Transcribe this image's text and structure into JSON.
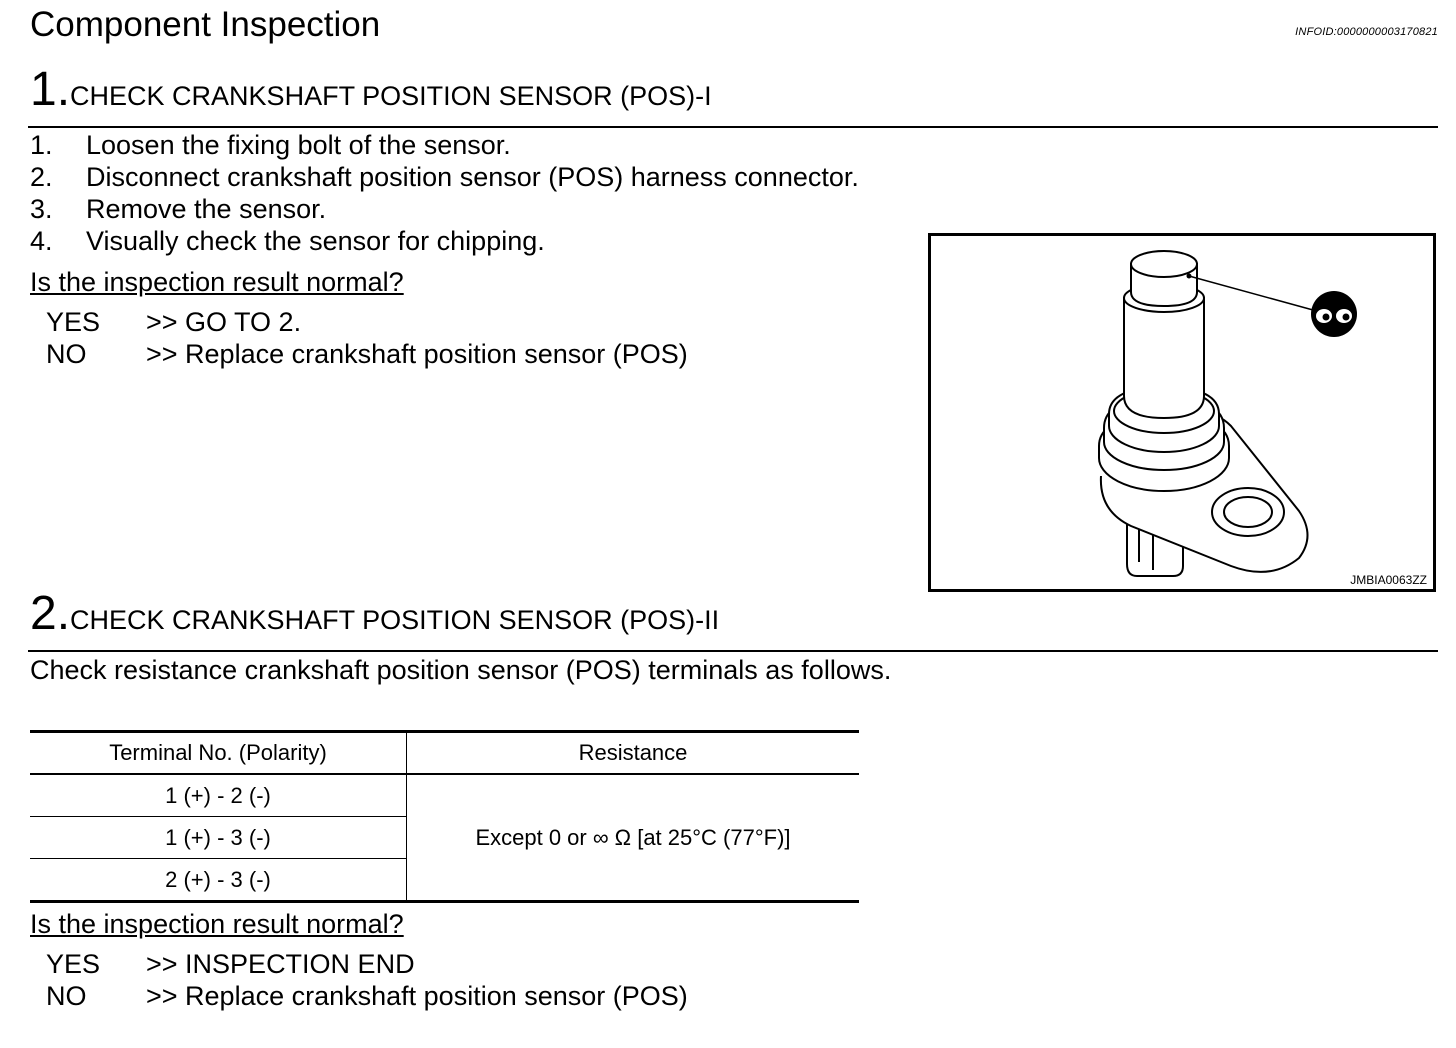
{
  "page": {
    "title": "Component Inspection",
    "info_id": "INFOID:0000000003170821"
  },
  "step1": {
    "number": "1.",
    "title": "CHECK CRANKSHAFT POSITION SENSOR (POS)-I",
    "items": [
      {
        "num": "1.",
        "text": "Loosen the fixing bolt of the sensor."
      },
      {
        "num": "2.",
        "text": "Disconnect crankshaft position sensor (POS) harness connector."
      },
      {
        "num": "3.",
        "text": "Remove the sensor."
      },
      {
        "num": "4.",
        "text": "Visually check the sensor for chipping."
      }
    ],
    "question": "Is the inspection result normal?",
    "answers": [
      {
        "key": "YES",
        "text": ">> GO TO 2."
      },
      {
        "key": "NO",
        "text": ">> Replace crankshaft position sensor (POS)"
      }
    ],
    "figure_code": "JMBIA0063ZZ"
  },
  "step2": {
    "number": "2.",
    "title": "CHECK CRANKSHAFT POSITION SENSOR (POS)-II",
    "text": "Check resistance crankshaft position sensor (POS) terminals as follows.",
    "table": {
      "headers": [
        "Terminal No. (Polarity)",
        "Resistance"
      ],
      "terminals": [
        "1 (+) - 2 (-)",
        "1 (+) - 3 (-)",
        "2 (+) - 3 (-)"
      ],
      "resistance": "Except 0 or ∞ Ω [at 25°C (77°F)]"
    },
    "question": "Is the inspection result normal?",
    "answers": [
      {
        "key": "YES",
        "text": ">> INSPECTION END"
      },
      {
        "key": "NO",
        "text": ">> Replace crankshaft position sensor (POS)"
      }
    ]
  }
}
